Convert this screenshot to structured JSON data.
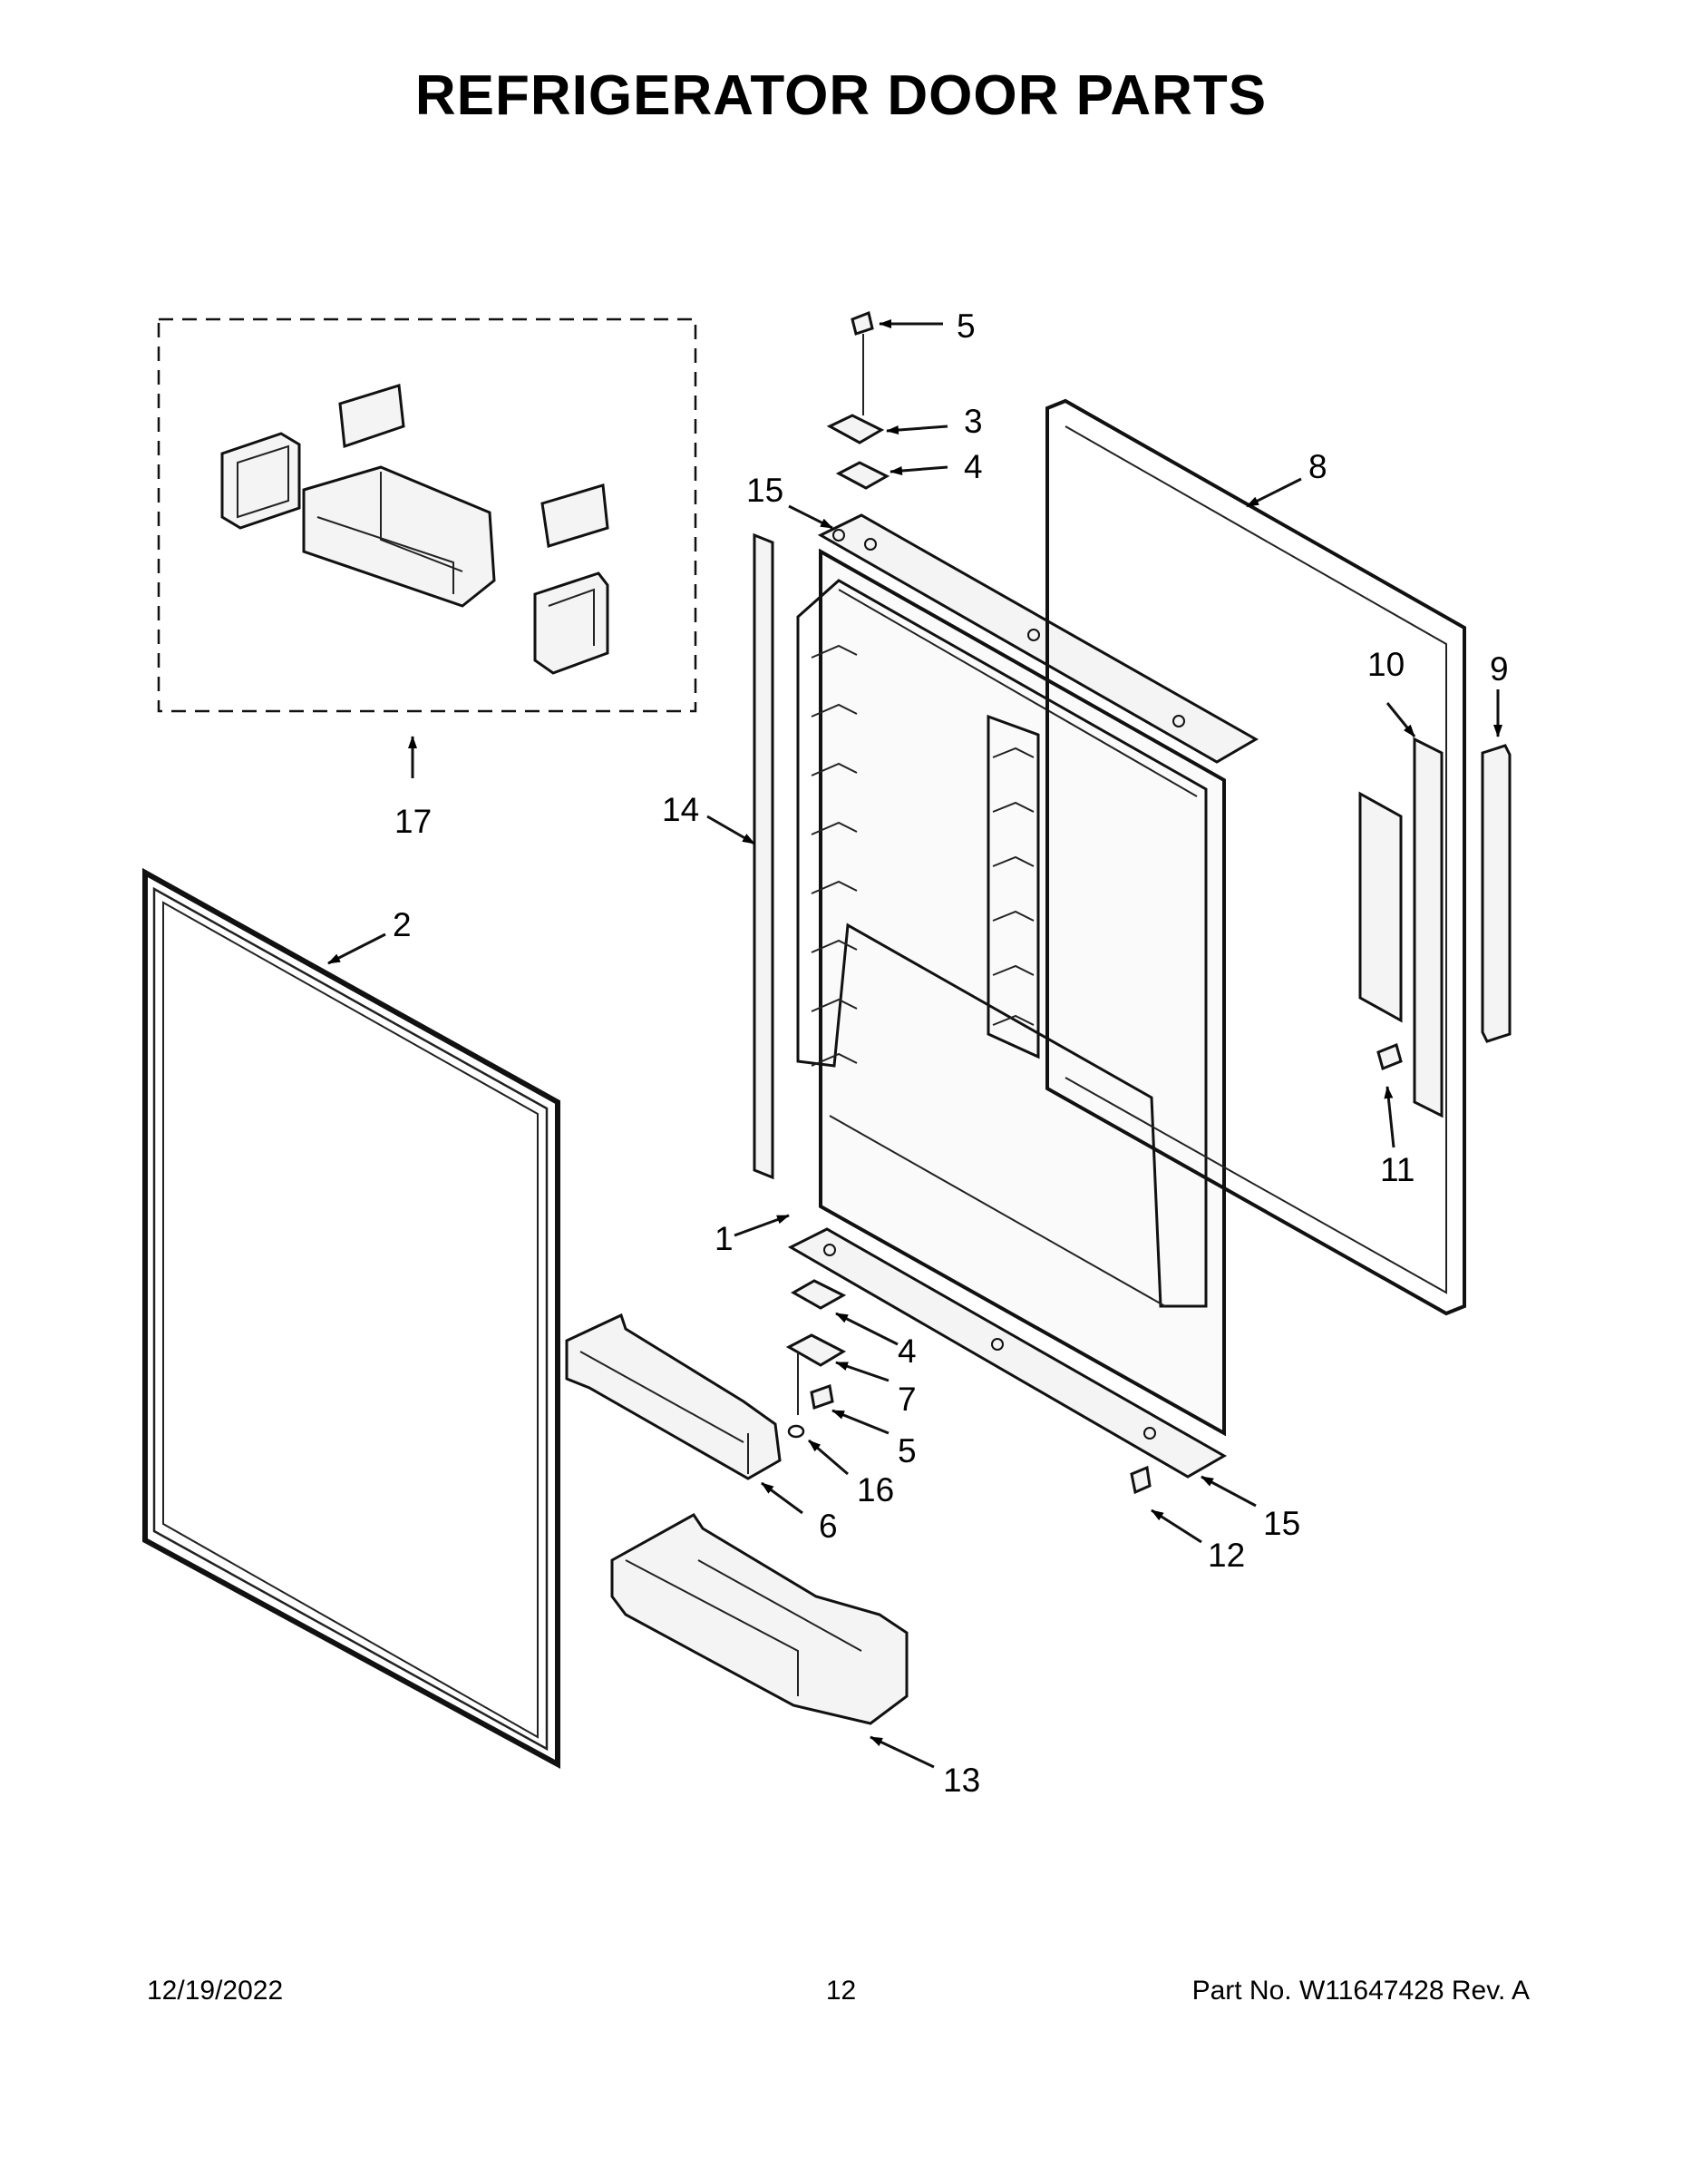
{
  "title": "REFRIGERATOR DOOR PARTS",
  "callouts": {
    "c1": "1",
    "c2": "2",
    "c3": "3",
    "c4a": "4",
    "c4b": "4",
    "c5a": "5",
    "c5b": "5",
    "c6": "6",
    "c7": "7",
    "c8": "8",
    "c9": "9",
    "c10": "10",
    "c11": "11",
    "c12": "12",
    "c13": "13",
    "c14": "14",
    "c15a": "15",
    "c15b": "15",
    "c16": "16",
    "c17": "17"
  },
  "footer": {
    "date": "12/19/2022",
    "page": "12",
    "part": "Part No.  W11647428  Rev.  A"
  }
}
